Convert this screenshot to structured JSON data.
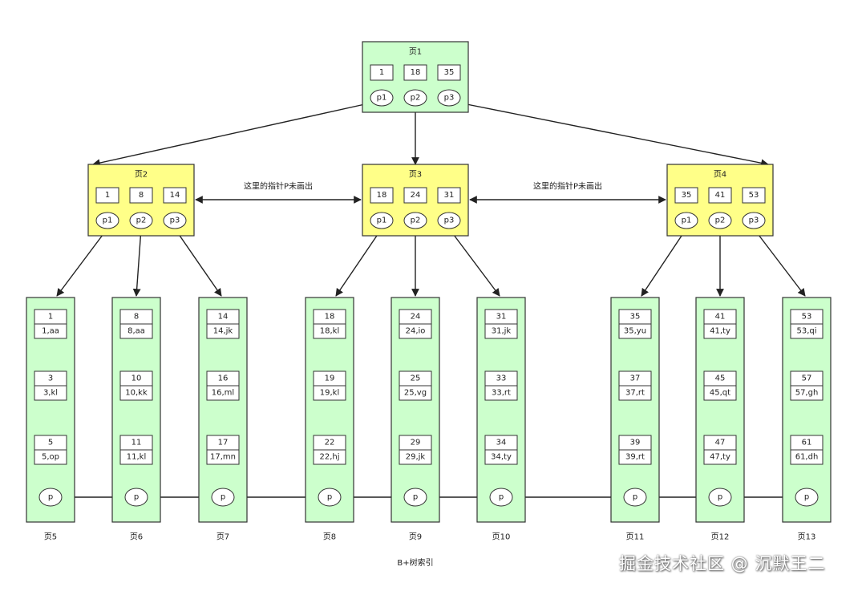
{
  "colors": {
    "leaf": "#ccffcc",
    "internal": "#ffff88",
    "root": "#ccffcc",
    "stroke": "#333333",
    "arrow": "#222222"
  },
  "root": {
    "title": "页1",
    "keys": [
      "1",
      "18",
      "35"
    ],
    "ptrs": [
      "p1",
      "p2",
      "p3"
    ]
  },
  "internal": [
    {
      "title": "页2",
      "keys": [
        "1",
        "8",
        "14"
      ],
      "ptrs": [
        "p1",
        "p2",
        "p3"
      ]
    },
    {
      "title": "页3",
      "keys": [
        "18",
        "24",
        "31"
      ],
      "ptrs": [
        "p1",
        "p2",
        "p3"
      ]
    },
    {
      "title": "页4",
      "keys": [
        "35",
        "41",
        "53"
      ],
      "ptrs": [
        "p1",
        "p2",
        "p3"
      ]
    }
  ],
  "sibling_note": "这里的指针P未画出",
  "leaves": [
    {
      "label": "页5",
      "ptr": "p",
      "records": [
        {
          "key": "1",
          "row": "1,aa"
        },
        {
          "key": "3",
          "row": "3,kl"
        },
        {
          "key": "5",
          "row": "5,op"
        }
      ]
    },
    {
      "label": "页6",
      "ptr": "p",
      "records": [
        {
          "key": "8",
          "row": "8,aa"
        },
        {
          "key": "10",
          "row": "10,kk"
        },
        {
          "key": "11",
          "row": "11,kl"
        }
      ]
    },
    {
      "label": "页7",
      "ptr": "p",
      "records": [
        {
          "key": "14",
          "row": "14,jk"
        },
        {
          "key": "16",
          "row": "16,ml"
        },
        {
          "key": "17",
          "row": "17,mn"
        }
      ]
    },
    {
      "label": "页8",
      "ptr": "p",
      "records": [
        {
          "key": "18",
          "row": "18,kl"
        },
        {
          "key": "19",
          "row": "19,kl"
        },
        {
          "key": "22",
          "row": "22,hj"
        }
      ]
    },
    {
      "label": "页9",
      "ptr": "p",
      "records": [
        {
          "key": "24",
          "row": "24,io"
        },
        {
          "key": "25",
          "row": "25,vg"
        },
        {
          "key": "29",
          "row": "29,jk"
        }
      ]
    },
    {
      "label": "页10",
      "ptr": "p",
      "records": [
        {
          "key": "31",
          "row": "31,jk"
        },
        {
          "key": "33",
          "row": "33,rt"
        },
        {
          "key": "34",
          "row": "34,ty"
        }
      ]
    },
    {
      "label": "页11",
      "ptr": "p",
      "records": [
        {
          "key": "35",
          "row": "35,yu"
        },
        {
          "key": "37",
          "row": "37,rt"
        },
        {
          "key": "39",
          "row": "39,rt"
        }
      ]
    },
    {
      "label": "页12",
      "ptr": "p",
      "records": [
        {
          "key": "41",
          "row": "41,ty"
        },
        {
          "key": "45",
          "row": "45,qt"
        },
        {
          "key": "47",
          "row": "47,ty"
        }
      ]
    },
    {
      "label": "页13",
      "ptr": "p",
      "records": [
        {
          "key": "53",
          "row": "53,qi"
        },
        {
          "key": "57",
          "row": "57,gh"
        },
        {
          "key": "61",
          "row": "61,dh"
        }
      ]
    }
  ],
  "caption": "B+树索引",
  "watermark": "掘金技术社区 @ 沉默王二"
}
